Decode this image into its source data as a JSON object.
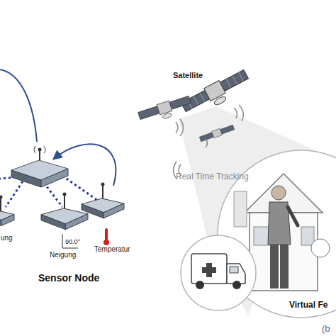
{
  "diagram": {
    "nodes": [
      {
        "text": [
          "ung"
        ]
      },
      {
        "text": [
          "Neigung"
        ]
      },
      {
        "text": [
          "Temperatur"
        ]
      }
    ],
    "labels": [
      "90.0°",
      "Sensor Node",
      "Satellite",
      "Real Time Tracking",
      "Virtual Fe",
      "(b"
    ]
  }
}
